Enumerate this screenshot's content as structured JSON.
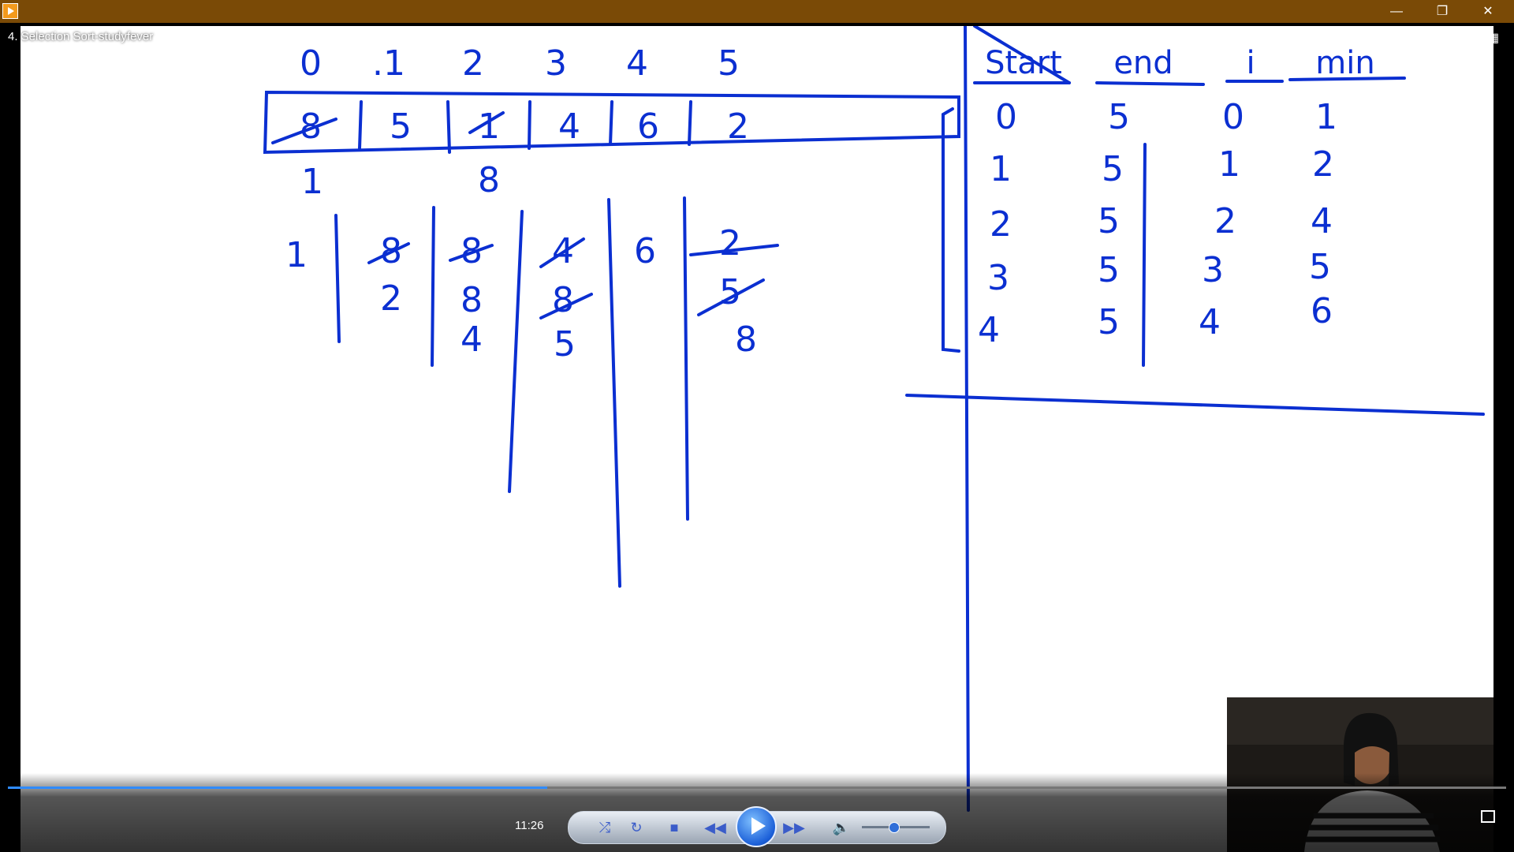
{
  "window": {
    "title": "4. Selection Sort-studyfever",
    "minimize_glyph": "—",
    "restore_glyph": "❐",
    "close_glyph": "✕"
  },
  "board": {
    "indices": [
      "0",
      ".1",
      "2",
      "3",
      "4",
      "5"
    ],
    "array": [
      "8",
      "5",
      "1",
      "4",
      "6",
      "2"
    ],
    "below_array": [
      "1",
      "8"
    ],
    "working_rows": {
      "col0": [
        "1"
      ],
      "col1": [
        "8",
        "2"
      ],
      "col2": [
        "8",
        "8",
        "4"
      ],
      "col3": [
        "4",
        "8",
        "5"
      ],
      "col4": [
        "6"
      ],
      "col5": [
        "2",
        "5",
        "8"
      ]
    },
    "table": {
      "headers": [
        "Start",
        "end",
        "i",
        "min"
      ],
      "rows": [
        [
          "0",
          "5",
          "0",
          "1"
        ],
        [
          "1",
          "5",
          "1",
          "2"
        ],
        [
          "2",
          "5",
          "2",
          "4"
        ],
        [
          "3",
          "5",
          "3",
          "5"
        ],
        [
          "4",
          "5",
          "4",
          "6"
        ]
      ]
    }
  },
  "player": {
    "time": "11:26",
    "progress_fraction": 0.36,
    "volume_fraction": 0.4,
    "icons": [
      "shuffle-icon",
      "repeat-icon",
      "stop-icon",
      "rewind-icon",
      "play-icon",
      "fast-forward-icon",
      "volume-icon",
      "pip-icon"
    ]
  }
}
